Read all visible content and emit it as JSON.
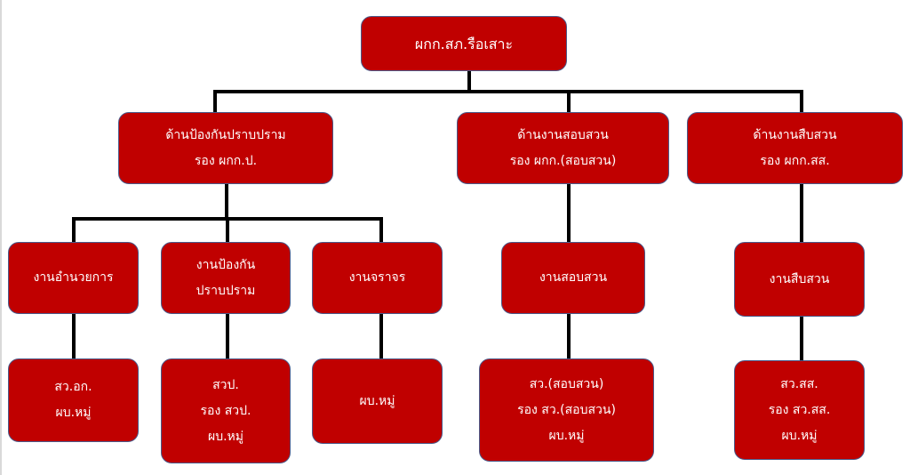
{
  "root": {
    "lines": [
      "ผกก.สภ.รือเสาะ"
    ]
  },
  "divisions": [
    {
      "lines": [
        "ด้านป้องกันปราบปราม",
        "รอง ผกก.ป."
      ]
    },
    {
      "lines": [
        "ด้านงานสอบสวน",
        "รอง ผกก.(สอบสวน)"
      ]
    },
    {
      "lines": [
        "ด้านงานสืบสวน",
        "รอง ผกก.สส."
      ]
    }
  ],
  "units": [
    {
      "lines": [
        "งานอำนวยการ"
      ]
    },
    {
      "lines": [
        "งานป้องกัน",
        "ปราบปราม"
      ]
    },
    {
      "lines": [
        "งานจราจร"
      ]
    },
    {
      "lines": [
        "งานสอบสวน"
      ]
    },
    {
      "lines": [
        "งานสืบสวน"
      ]
    }
  ],
  "staff": [
    {
      "lines": [
        "สว.อก.",
        "ผบ.หมู่"
      ]
    },
    {
      "lines": [
        "สวป.",
        "รอง สวป.",
        "ผบ.หมู่"
      ]
    },
    {
      "lines": [
        "ผบ.หมู่"
      ]
    },
    {
      "lines": [
        "สว.(สอบสวน)",
        "รอง สว.(สอบสวน)",
        "ผบ.หมู่"
      ]
    },
    {
      "lines": [
        "สว.สส.",
        "รอง สว.สส.",
        "ผบ.หมู่"
      ]
    }
  ],
  "colors": {
    "box": "#c00000",
    "connector": "#000000"
  }
}
